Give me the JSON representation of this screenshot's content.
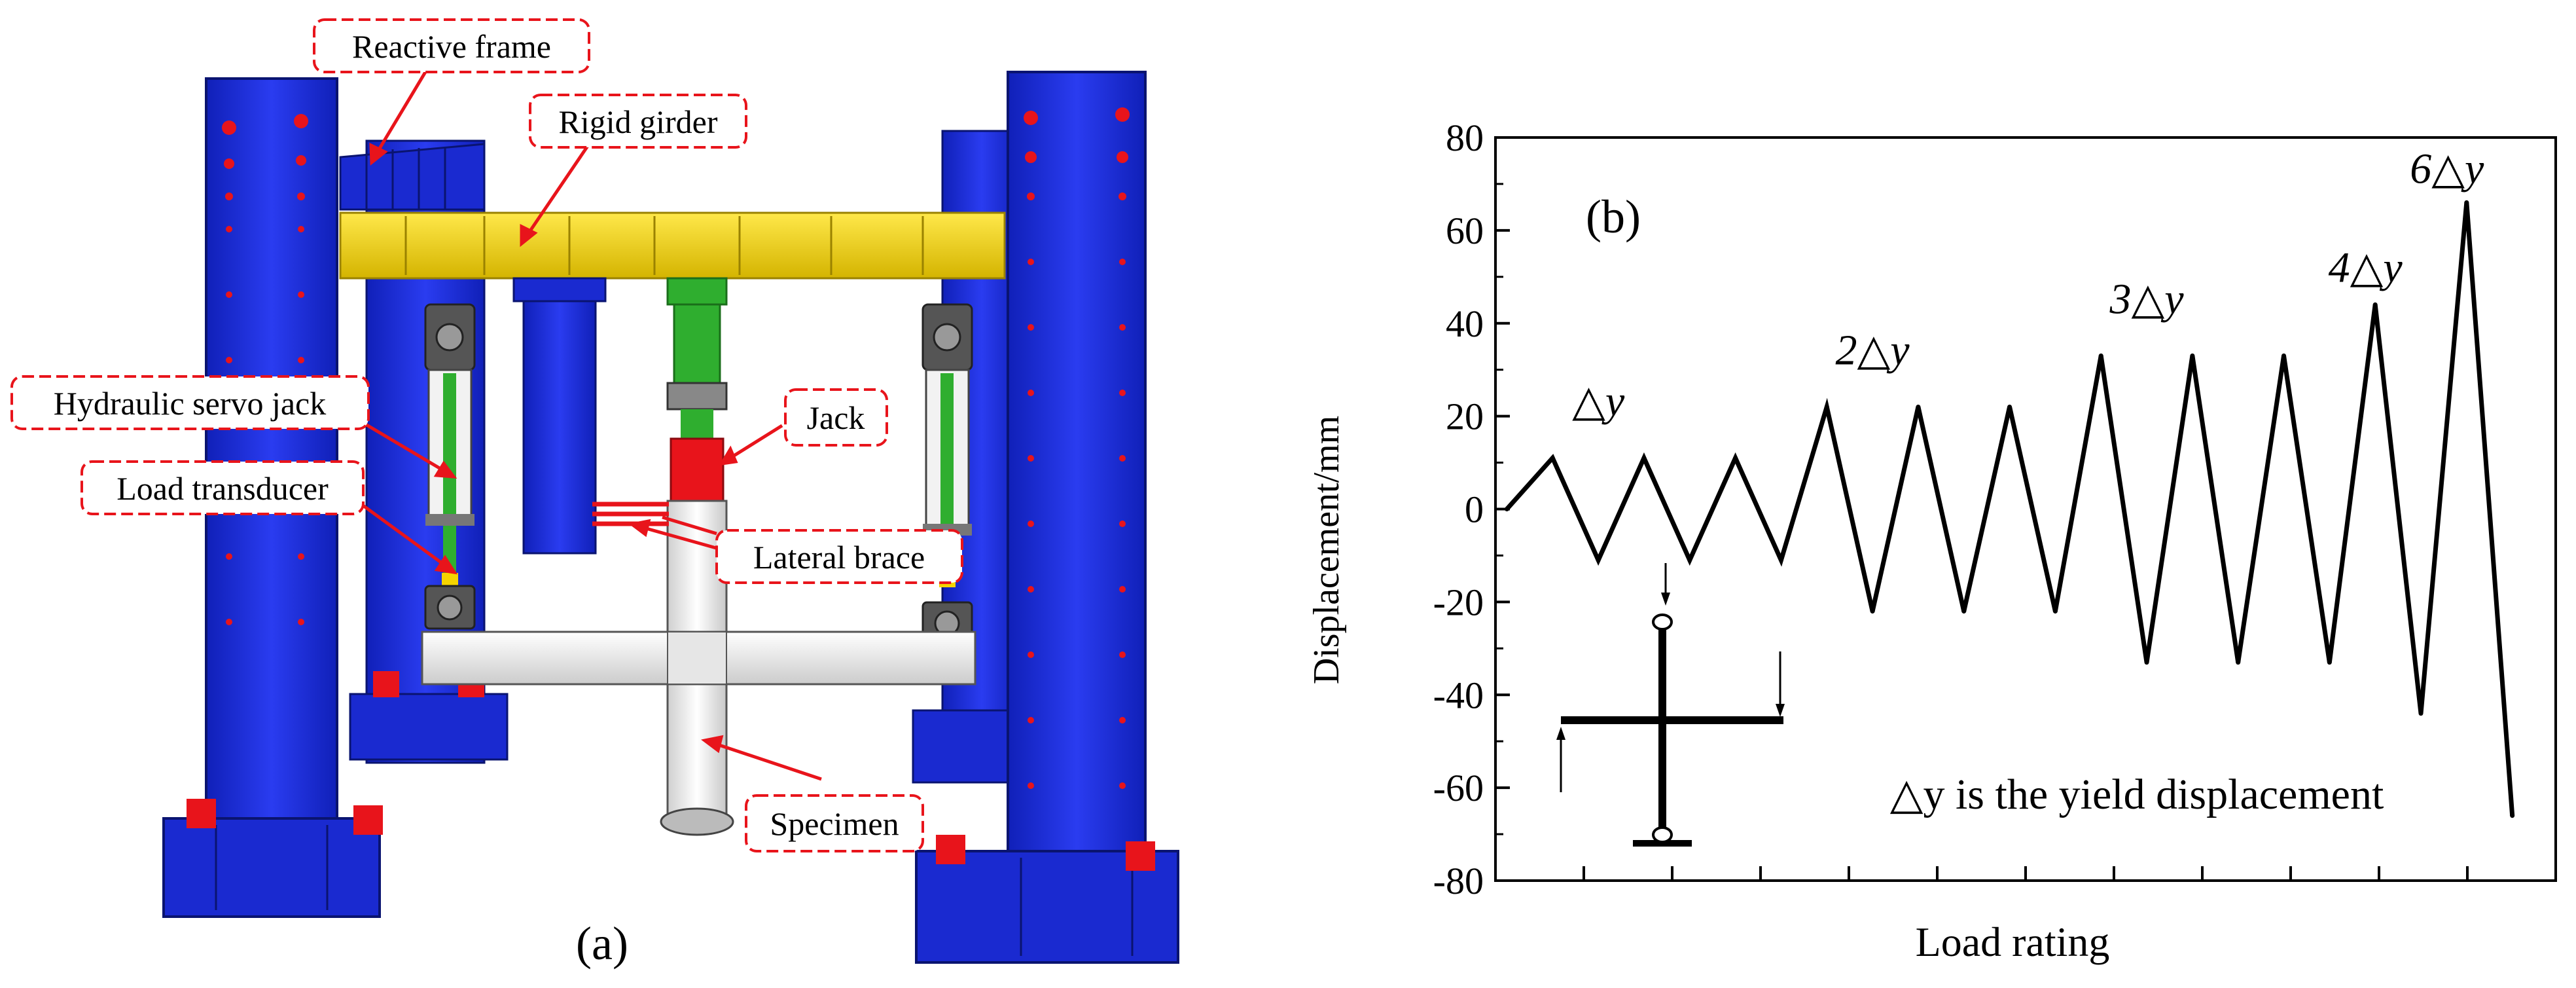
{
  "panel_a": {
    "caption": "(a)",
    "labels": {
      "reactive_frame": "Reactive frame",
      "rigid_girder": "Rigid girder",
      "hydraulic_servo_jack": "Hydraulic servo jack",
      "load_transducer": "Load transducer",
      "jack": "Jack",
      "lateral_brace": "Lateral brace",
      "specimen": "Specimen"
    },
    "colors": {
      "frame": "#1f2fd6",
      "girder": "#f5d400",
      "jack": "#e8141b",
      "rod": "#2fae2f",
      "specimen": "#f2f2f2",
      "callout": "#e8141b"
    }
  },
  "panel_b": {
    "caption": "(b)",
    "note": "△y is the yield displacement",
    "chart_data": {
      "type": "line",
      "xlabel": "Load rating",
      "ylabel": "Displacement/mm",
      "ylim": [
        -80,
        80
      ],
      "yticks": [
        -80,
        -60,
        -40,
        -20,
        0,
        20,
        40,
        60,
        80
      ],
      "x": [
        0,
        1,
        2,
        3,
        4,
        5,
        6,
        7,
        8,
        9,
        10,
        11,
        12,
        13,
        14,
        15,
        16,
        17,
        18,
        19,
        20,
        21,
        22
      ],
      "y": [
        0,
        11,
        -11,
        11,
        -11,
        11,
        -11,
        22,
        -22,
        22,
        -22,
        22,
        -22,
        33,
        -33,
        33,
        -33,
        33,
        -33,
        44,
        -44,
        66,
        -66
      ],
      "annotations": [
        {
          "text": "△y",
          "level": 1
        },
        {
          "text": "2△y",
          "level": 2
        },
        {
          "text": "3△y",
          "level": 3
        },
        {
          "text": "4△y",
          "level": 4
        },
        {
          "text": "6△y",
          "level": 6
        }
      ]
    }
  }
}
